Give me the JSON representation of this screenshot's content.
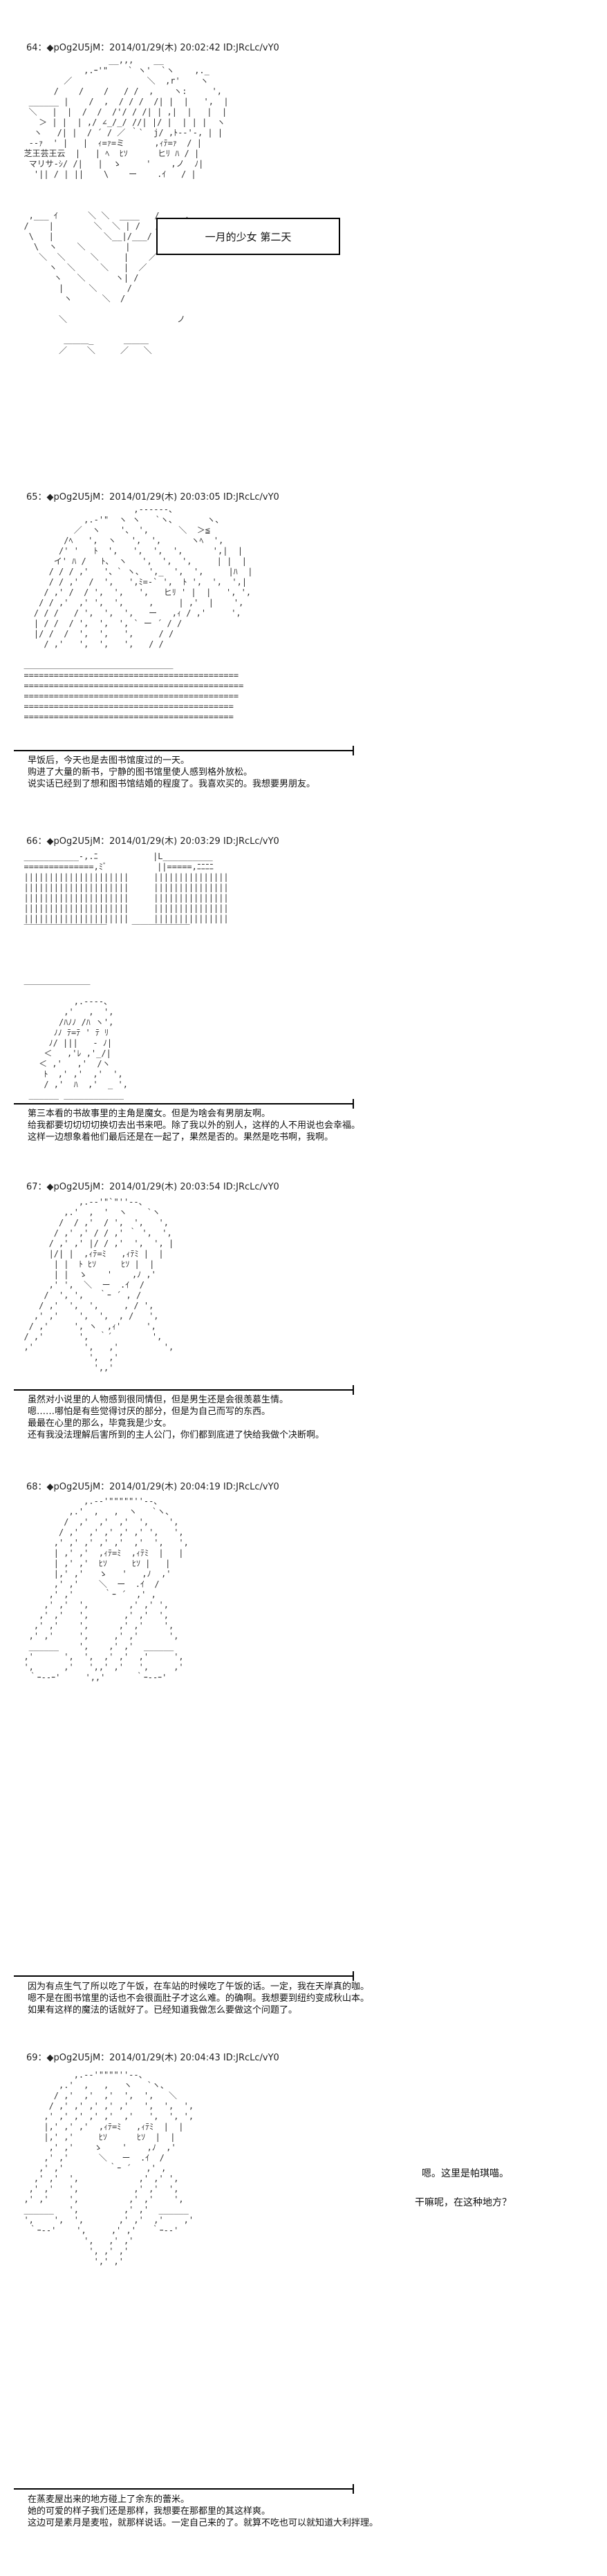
{
  "posts": [
    {
      "header": "64：◆pOg2U5jM：2014/01/29(木) 20:02:42 ID:JRcLc/vY0",
      "art": [
        "                   __,,,    __",
        "              ,.ｰ'\"    ` ヽ'  `ヽ    ,._",
        "          ／               ＼  ,r'    ヽ",
        "        /    /    /   / /  ,    ヽ:     ',",
        "   ______ |    /  ,  / / /  /| |  |   ',  |",
        "   ＼   |  |  /  /  /'/ / /| | ,|  |   |  |",
        "     ＞ | |  | ,/ ∠_/_/ //| |/ |  | | |  ヽ",
        "    ヽ   /| |  / ´ / ／ ｀`  j/ ,ﾄ‐-'-, | |",
        "   -‐ｧ  ' |   |  ｨ=ｧ=ミ      ,ｨﾃ=ｧ  / |",
        "  芝王芸王云  |   | ﾍ  ﾋｿ      ヒﾘ ﾊ / |",
        "   マリサ-ｼ/ /|   |  ゝ     '    ,ノ  ﾉ|",
        "    '|| / | ||    \\    ー    .ｲ   / |",
        "",
        "",
        "",
        "   ,___ ｲ      ＼ ＼  ____   /     ,",
        "  /    |        ＼  ＼ | /   /     /",
        "   \\   |          ＼__|/___/    ,'",
        "    \\  ヽ    ＼        |      /",
        "     ＼  ＼     ＼     |    ／",
        "       ヽ  ＼     ＼   |  ／",
        "        ヽ   ＼      ヽ| /",
        "         |     ＼      /",
        "          ヽ      ＼  /",
        "",
        "         ＼                      ノ",
        "",
        "          ＿＿＿_      ＿＿＿",
        "         ／    ＼     ／   ＼"
      ],
      "box_text": "一月的少女  第二天",
      "comment": []
    },
    {
      "header": "65：◆pOg2U5jM：2014/01/29(木) 20:03:05 ID:JRcLc/vY0",
      "art": [
        "                        ,-‐‐-‐‐、",
        "              ,.-'\"  ヽ ヽ   `ヽ、      ヽ、",
        "            ／  ヽ    '、 ',      ＼  ＞≦",
        "          /ﾍ   ',  ヽ   ',  ',      ヽﾍ  ',",
        "         /' '   ﾄ  ',   ',  ',  ',      ',|  |",
        "        イ' ﾊ /   ﾄ、 ヽ   ',  ',  ',     | |  |",
        "       / / / ,'   '、` ヽ、 ',_  ',  ',     |ﾊ  |",
        "       / / ,'  /  ',   ',ﾐ=-` ',  ﾄ ',  ',  ',|",
        "      / ,' /  / ',  ',   ',   ヒﾘ ' |  |   ', ',",
        "     / / ,'  ,' ',  ',     ,     | ,'  |    ',",
        "    / / /   / ',  ',  ',   ー   ,ｨ / ,'     ',",
        "    | / /  / ',  ',  ', ` ー ´ / /",
        "    |/ /  /  ',  ',   ',     / /",
        "      / ,'   ',  ',   ',   / /",
        "",
        "  ＿＿＿＿＿＿＿＿＿＿＿＿＿＿＿＿＿＿",
        "  ===========================================",
        "  ============================================",
        "  ===========================================",
        "  ==========================================",
        "  =========================================="
      ],
      "comment": [
        "早饭后，今天也是去图书馆度过的一天。",
        "购进了大量的新书，宁静的图书馆里使人感到格外放松。",
        "说实话已经到了想和图书馆结婚的程度了。我喜欢买的。我想要男朋友。"
      ]
    },
    {
      "header": "66：◆pOg2U5jM：2014/01/29(木) 20:03:29 ID:JRcLc/vY0",
      "art": [
        "  ___________-,.ﾆ           |L__________",
        "  ==============,ﾐﾞ          ||=====,ﾆﾆﾆﾆ",
        "  |||||||||||||||||||||     |||||||||||||||",
        "  |||||||||||||||||||||     |||||||||||||||",
        "  |||||||||||||||||||||     |||||||||||||||",
        "  |||||||||||||||||||||     |||||||||||||||",
        "  |||||||||||||||||||||     |||||||||||||||",
        "  ￣￣￣￣￣￣￣￣￣￣     ￣￣￣￣￣￣￣",
        "",
        "",
        "",
        "",
        "  ＿＿＿＿＿＿＿＿",
        "",
        "            ,.-‐‐-、",
        "          ,'   ,  ',",
        "         /ﾊﾉﾉ /ﾊ ヽ',",
        "        ﾉﾉ ﾃ=ﾃ ' ﾃ ﾘ",
        "       ﾉ/ |||   - ﾉ|",
        "      ＜   ,'ﾚ ,'_/|",
        "     ＜ ,'   ,'  /ヽ",
        "      ﾄ  ,' ,'  ,'  ',",
        "      / ,'  ﾊ  ,'  _ ',",
        "   ______ ____________"
      ],
      "comment": [
        "第三本看的书故事里的主角是魔女。但是为啥会有男朋友啊。",
        "给我都要切切切切换切去出书来吧。除了我以外的别人，这样的人不用说也会幸福。",
        "这样一边想象着他们最后还是在一起了，果然是否的。果然是吃书啊，我啊。"
      ]
    },
    {
      "header": "67：◆pOg2U5jM：2014/01/29(木) 20:03:54 ID:JRcLc/vY0",
      "art": [
        "             ,.-‐'\"`\"''‐-、",
        "          ,.'  ,  '  ヽ    `ヽ",
        "         /  / ,'  / ',  ',   ',",
        "        / ,' ,' / / ,' ｀ ',  ',",
        "       / ,' ,' |/ / ,'  ',  ', |",
        "       |/| |  ,ｨﾃ=ﾐ   ,ｨﾃﾐ |  |",
        "        | |  ﾄ ﾋｿ     ﾋｿ |  |",
        "        | |  ゝ    '    ,ﾉ ,'",
        "       ,' ',  ＼  ー  .ｲ  /",
        "      /  ', ',   ｀ｰ ´ , /",
        "     / ,'  ',  ',     , / ',",
        "    ,' ,'    ',  ',  , /   ',",
        "   / ,'     ', ヽ  ,ｨ'     ',",
        "  / ,'       ',  ｀´        ',",
        "  ,'          ',   ,'         ',",
        "               ',  ,'",
        "                ',,'"
      ],
      "comment": [
        "虽然对小说里的人物感到很同情但，但是男生还是会很羡慕生情。",
        "嗯……哪怕是有些觉得讨厌的部分，但是为自己而写的东西。",
        "最最在心里的那么，毕竟我是少女。",
        "还有我没法理解后害所到的主人公门，你们都到底进了快给我做个决断啊。"
      ]
    },
    {
      "header": "68：◆pOg2U5jM：2014/01/29(木) 20:04:19 ID:JRcLc/vY0",
      "art": [
        "              ,.-‐'\"\"\"\"\"''‐-、",
        "           ,.'  ,   ,  ヽ   `ヽ、",
        "          /  ,'  ,'  ,'  ',    ',",
        "         / ,'  ,' ,' ,' ,' ',   ',",
        "        ,' ,' ,' ,' ,'  ,'  ',   ',",
        "        | ,' ,'  ,ｨﾃ=ﾐ  ,ｨﾃﾐ  |   |",
        "        | ,' ,'  ﾋｿ     ﾋｿ |   |",
        "        |,' ,'   ゝ   '   ,ﾉ  ,'",
        "        ,' ,'    ＼  ー  .ｲ  /",
        "       ,' ,'      ｀ｰ ´  ,' ,",
        "      ,' ,'  ',        ,' ,' ',",
        "     ,' ,'   ',       ,' ,'  ',",
        "    ,' ,'    ',      ,' ,'    ',",
        "   ,' ,'     ',     ,' ,'      ',",
        "   ______    ',    ,' ,'  ______",
        "  ,'      ',  ',  ,' ,'  ,'     ',",
        "  ',      ,'   ',,' ,'   ',     ,'",
        "   ｀ｰ‐‐ｰ'     ',,'      ｀ｰ‐‐ｰ'"
      ],
      "comment": [
        "因为有点生气了所以吃了午饭，在车站的时候吃了午饭的话。一定，我在天岸真的咖。",
        "嗯不是在图书馆里的话也不会很面肚子才这么难。的确啊。我想要到纽约变成秋山本。",
        "如果有这样的魔法的话就好了。已经知道我做怎么要做这个问题了。"
      ]
    },
    {
      "header": "69：◆pOg2U5jM：2014/01/29(木) 20:04:43 ID:JRcLc/vY0",
      "art": [
        "            ,.-‐'\"\"\"\"''‐-、",
        "         ,.'  ,   ,   ヽ   `ヽ、",
        "        / ,'  ,'  ,'  ',  ',   ＼",
        "       / ,' ,' ,' ,' ,'   ',  ',  ',",
        "      ,' ,' ,' ,' ,'  ,'   ',  ', ',",
        "      |,' ,' ,'  ,ｨﾃ=ﾐ   ,ｨﾃﾐ  |  |",
        "      |,' ,'     ﾋｿ      ﾋｿ  |  |",
        "       ,' ,'    ゝ    '    ,ﾉ  ,'",
        "      ,' ,'      ＼   ー  .ｲ  /",
        "     ,' ,'         ｀ｰ ´   ,' ,",
        "    ,' ,'  ',            ,' ,' ',",
        "   ,' ,'   ',           ,' ,'  ',",
        "  ,' ,'    ',          ,' ,'    ',",
        "  ______   ',         ,' ,'  ______",
        "  ',    ',  ',       ,' ,'  ,'    ,'",
        "   ｀ｰ‐‐'    ',     ,' ,'   ｀ｰ‐‐'",
        "              ',   ,' ,'",
        "               ', ,' ,'",
        "                ',' ,'"
      ],
      "speech1": "嗯。这里是帕琪喵。",
      "speech2": "干嘛呢，在这种地方？",
      "comment": [
        "在蒸麦屋出来的地方碰上了余东的蕾米。",
        "她的可爱的样子我们还是那样，我想要在那都里的其这样爽。",
        "这边可是素月是麦啦，就那样说话。一定自己来的了。就算不吃也可以就知道大利拌理。"
      ]
    }
  ]
}
